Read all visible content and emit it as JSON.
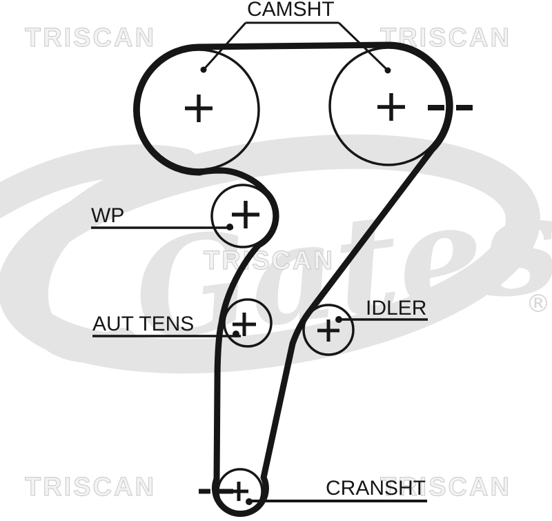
{
  "diagram": {
    "kind": "timing-belt-routing",
    "pulleys": [
      {
        "id": "camshaft-left",
        "label": "CAMSHT",
        "center_mark": "+"
      },
      {
        "id": "camshaft-right",
        "label": "CAMSHT",
        "center_mark": "+"
      },
      {
        "id": "water-pump",
        "label": "WP",
        "center_mark": "+"
      },
      {
        "id": "auto-tensioner",
        "label": "AUT TENS",
        "center_mark": "+"
      },
      {
        "id": "idler",
        "label": "IDLER",
        "center_mark": "+"
      },
      {
        "id": "crankshaft",
        "label": "CRANSHT",
        "center_mark": "+"
      }
    ],
    "alignment_marks": "- -"
  },
  "labels": {
    "camshaft": "CAMSHT",
    "water_pump": "WP",
    "tensioner": "AUT TENS",
    "idler": "IDLER",
    "crankshaft": "CRANSHT"
  },
  "watermarks": {
    "corner_brand": "TRISCAN",
    "center_brand": "Gates",
    "registered_mark": "®"
  },
  "colors": {
    "ink": "#161616",
    "watermark_band": "#e4e4e4",
    "watermark_outline": "#c4c4c4",
    "background": "#ffffff"
  }
}
